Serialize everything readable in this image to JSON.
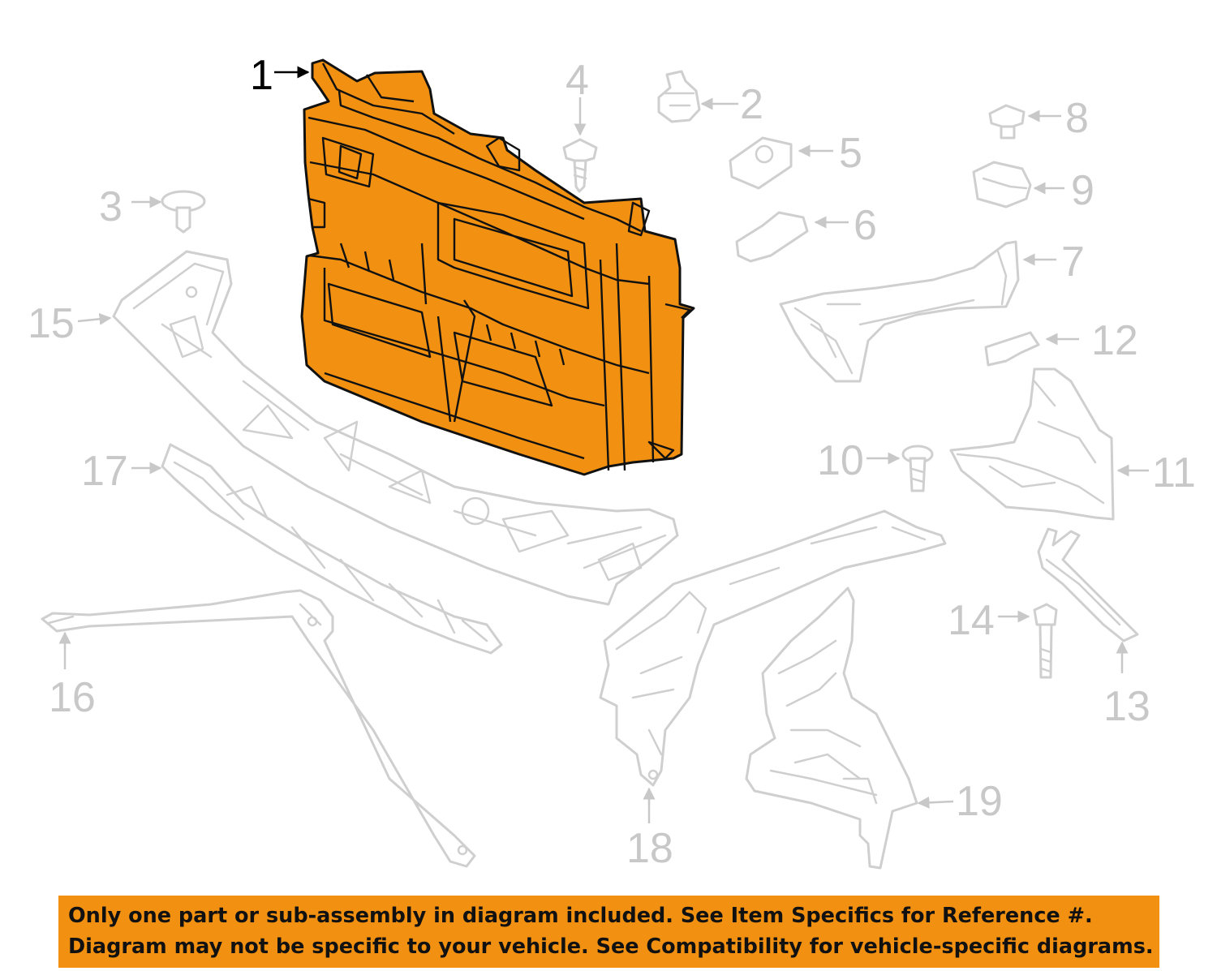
{
  "highlight_color": "#f29111",
  "callouts": [
    {
      "id": "1",
      "label": "1",
      "active": true
    },
    {
      "id": "2",
      "label": "2"
    },
    {
      "id": "3",
      "label": "3"
    },
    {
      "id": "4",
      "label": "4"
    },
    {
      "id": "5",
      "label": "5"
    },
    {
      "id": "6",
      "label": "6"
    },
    {
      "id": "7",
      "label": "7"
    },
    {
      "id": "8",
      "label": "8"
    },
    {
      "id": "9",
      "label": "9"
    },
    {
      "id": "10",
      "label": "10"
    },
    {
      "id": "11",
      "label": "11"
    },
    {
      "id": "12",
      "label": "12"
    },
    {
      "id": "13",
      "label": "13"
    },
    {
      "id": "14",
      "label": "14"
    },
    {
      "id": "15",
      "label": "15"
    },
    {
      "id": "16",
      "label": "16"
    },
    {
      "id": "17",
      "label": "17"
    },
    {
      "id": "18",
      "label": "18"
    },
    {
      "id": "19",
      "label": "19"
    }
  ],
  "banner": {
    "line1": "Only one part or sub-assembly in diagram included. See Item Specifics for Reference #.",
    "line2": "Diagram may not be specific to your vehicle. See Compatibility for vehicle-specific diagrams."
  }
}
